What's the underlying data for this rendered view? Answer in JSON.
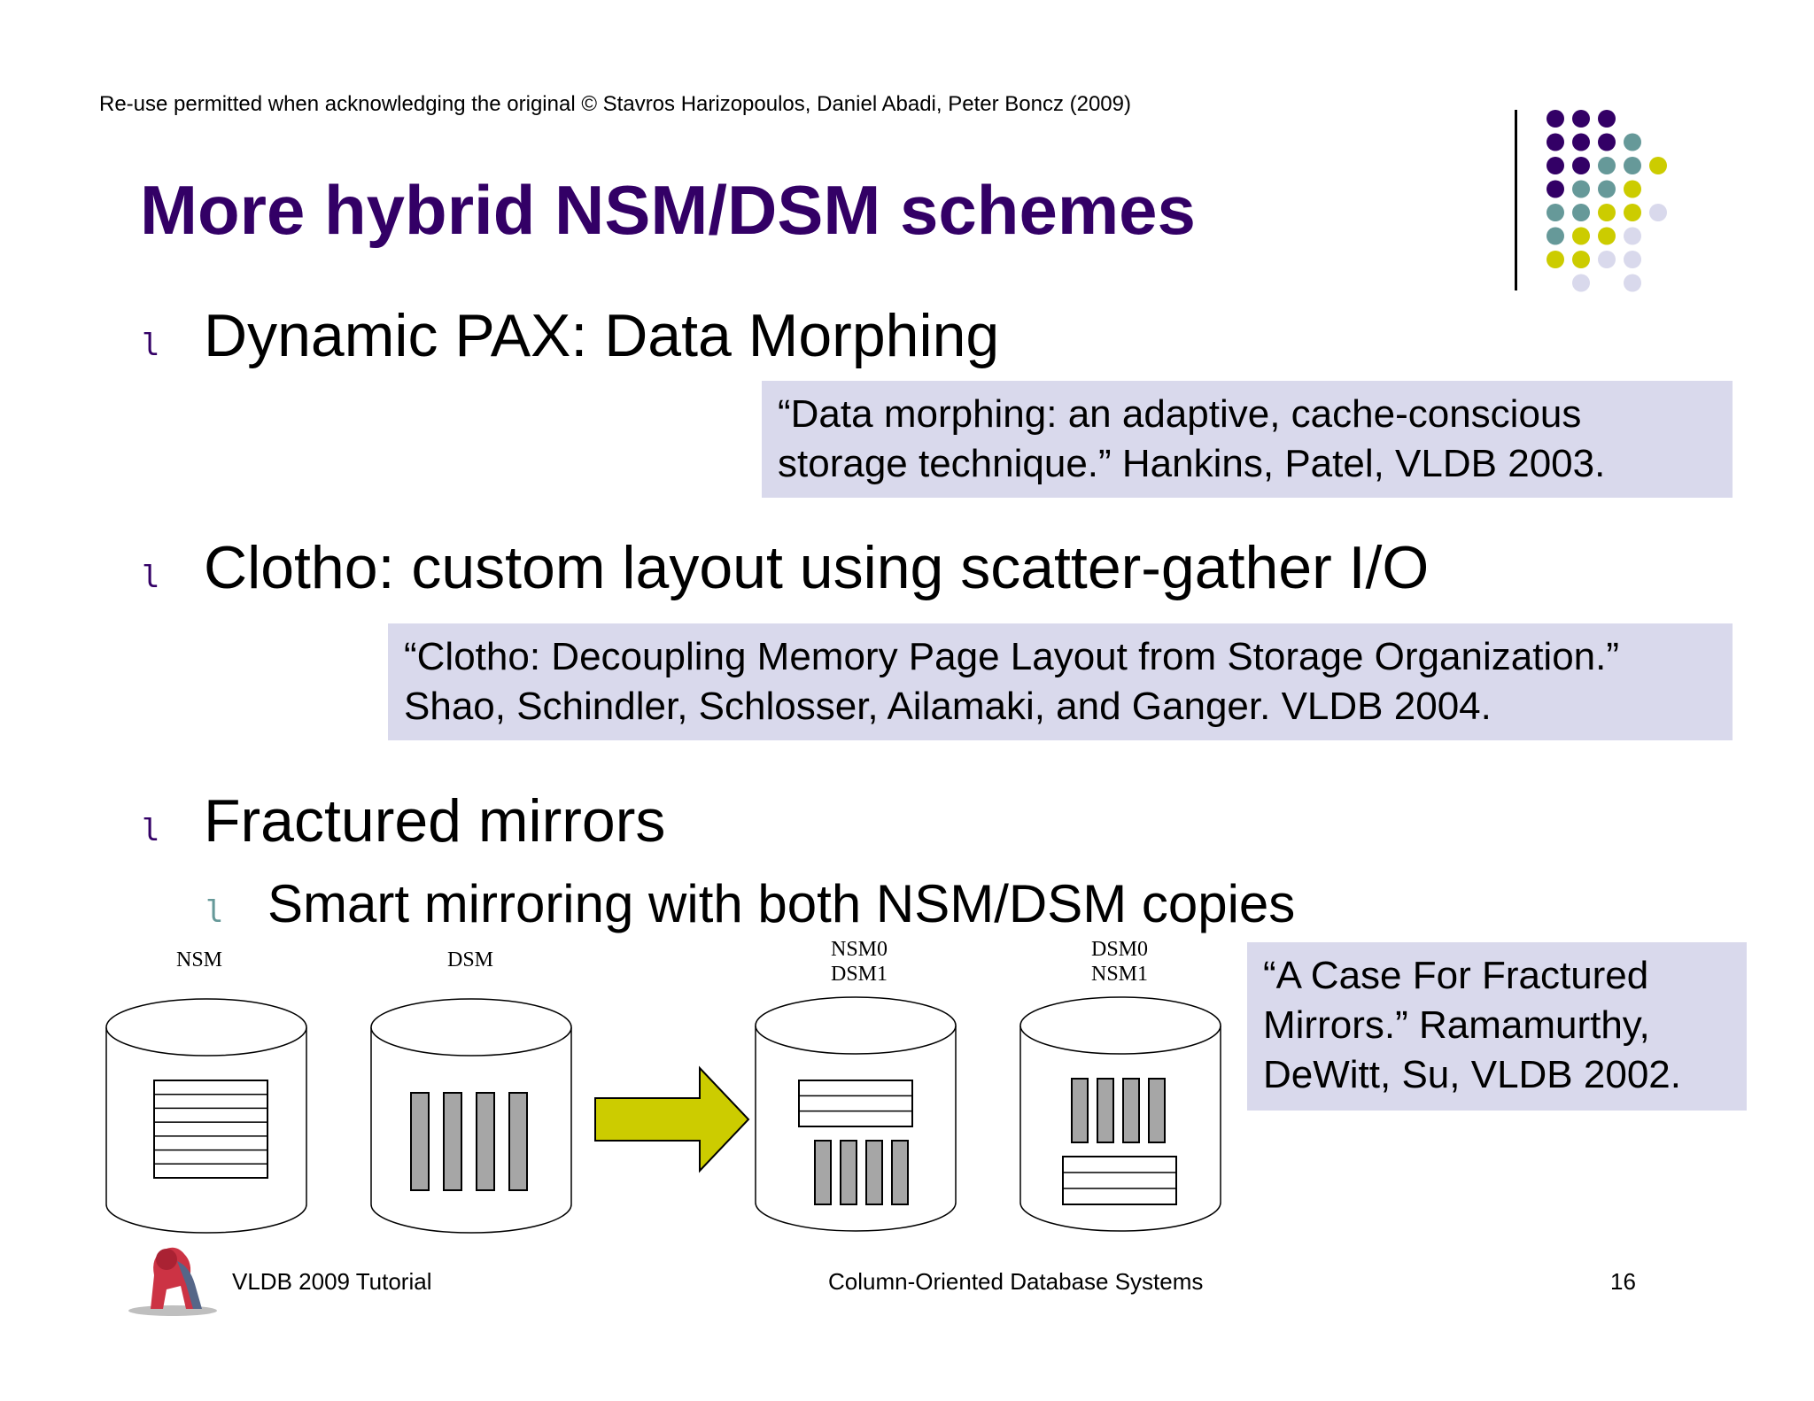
{
  "copyright": "Re-use permitted when acknowledging the original © Stavros Harizopoulos, Daniel Abadi, Peter Boncz (2009)",
  "title": "More hybrid NSM/DSM schemes",
  "bullet_glyph": "l",
  "bullets": [
    {
      "text": "Dynamic PAX: Data Morphing",
      "ref": [
        "“Data morphing: an adaptive, cache-conscious",
        "storage technique.” Hankins, Patel, VLDB 2003."
      ]
    },
    {
      "text": "Clotho: custom layout using scatter-gather I/O",
      "ref": [
        "“Clotho: Decoupling Memory Page Layout from Storage Organization.”",
        "Shao, Schindler, Schlosser, Ailamaki, and Ganger. VLDB 2004."
      ]
    },
    {
      "text": "Fractured mirrors",
      "sub": "Smart mirroring with both NSM/DSM copies",
      "ref": [
        "“A Case For Fractured",
        "Mirrors.” Ramamurthy,",
        "DeWitt, Su, VLDB 2002."
      ]
    }
  ],
  "diagram": {
    "disks": [
      {
        "label": [
          "NSM"
        ]
      },
      {
        "label": [
          "DSM"
        ]
      },
      {
        "label": [
          "NSM0",
          "DSM1"
        ]
      },
      {
        "label": [
          "DSM0",
          "NSM1"
        ]
      }
    ]
  },
  "footer": {
    "left": "VLDB 2009 Tutorial",
    "center": "Column-Oriented Database Systems",
    "page": "16"
  },
  "colors": {
    "title": "#330066",
    "ref_box": "#d9d9ec",
    "arrow": "#cccc00",
    "dot_purple": "#330066",
    "dot_teal": "#669999",
    "dot_yellow": "#cccc00",
    "dot_lavender": "#d9d9ec"
  },
  "icons": [
    "dot-grid-logo",
    "lion-logo-icon",
    "right-arrow-icon"
  ]
}
